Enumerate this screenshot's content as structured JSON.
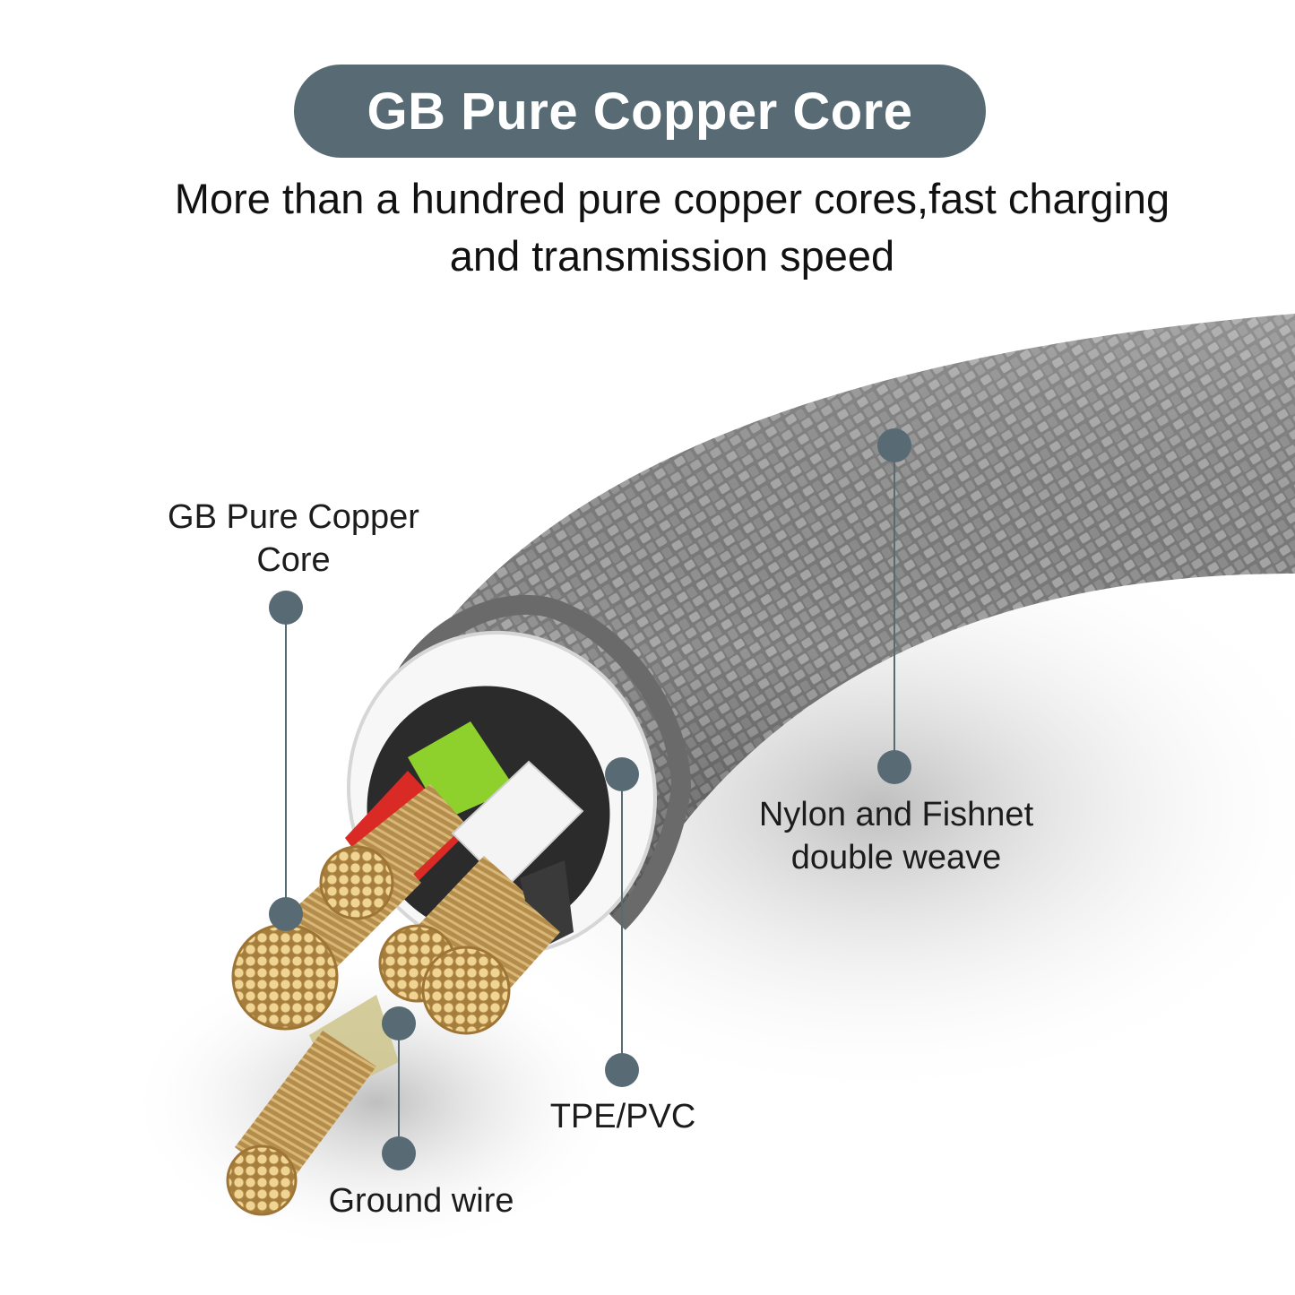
{
  "header": {
    "title": "GB Pure Copper Core",
    "subtitle": "More than a hundred pure copper cores,fast charging and transmission speed"
  },
  "callouts": {
    "copper_core": "GB Pure Copper Core",
    "nylon": "Nylon and Fishnet double weave",
    "tpe": "TPE/PVC",
    "ground": "Ground wire"
  },
  "colors": {
    "accent": "#586b74",
    "braid": "#8a8a8a",
    "copper": "#c9a25a",
    "insulation_red": "#d92a26",
    "insulation_green": "#8fd12c",
    "insulation_white": "#f4f4f4"
  }
}
